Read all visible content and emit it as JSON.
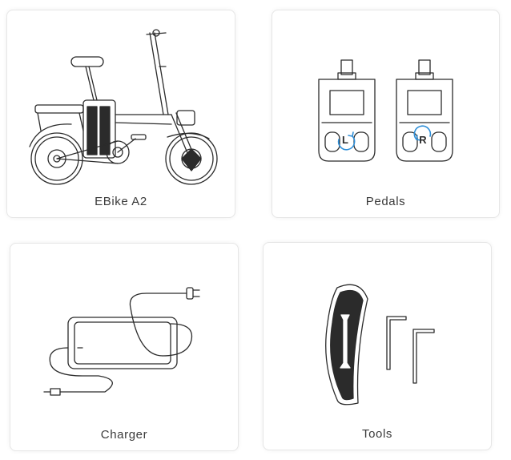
{
  "items": [
    {
      "label": "EBike A2"
    },
    {
      "label": "Pedals"
    },
    {
      "label": "Charger"
    },
    {
      "label": "Tools"
    }
  ],
  "pedals": {
    "left_mark": "L",
    "right_mark": "R"
  },
  "colors": {
    "line": "#2b2b2b",
    "accent": "#2f8fd8",
    "border": "#e6e6e6"
  }
}
